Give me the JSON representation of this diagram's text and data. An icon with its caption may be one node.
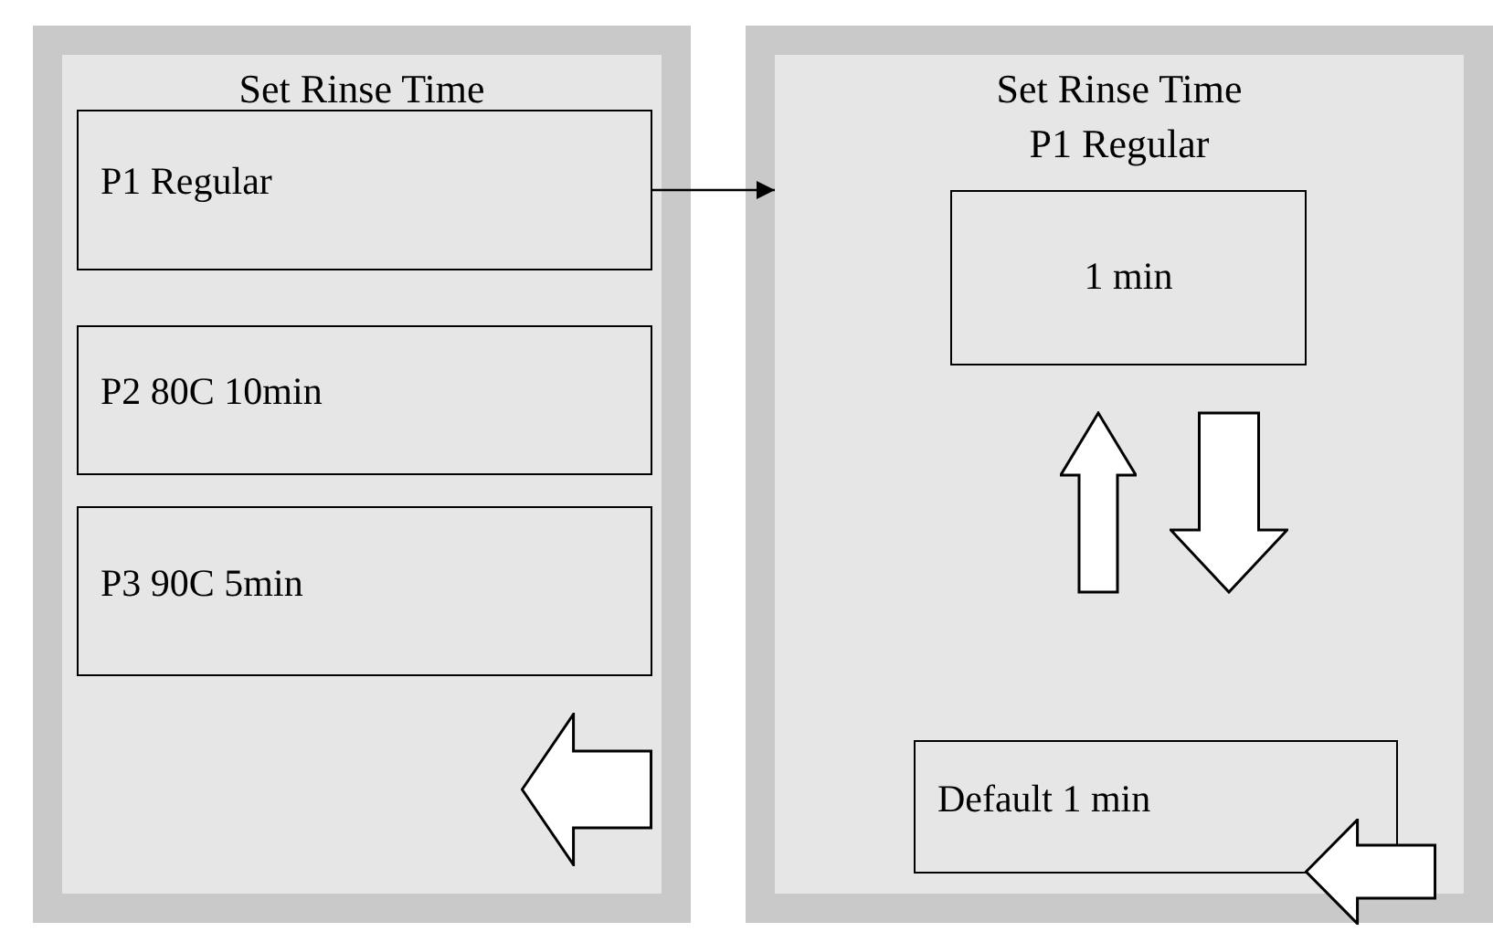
{
  "diagram": {
    "nodes": [
      {
        "text": [
          "Set Rinse Time"
        ]
      },
      {
        "text": [
          "P1 Regular"
        ],
        "in": 0
      },
      {
        "text": [
          "P2 80C 10min"
        ],
        "in": 0
      },
      {
        "text": [
          "P3 90C 5min"
        ],
        "in": 0
      },
      {
        "text": [],
        "shape": "arrow",
        "in": 0
      },
      {
        "text": [
          "Set Rinse Time",
          "P1 Regular"
        ]
      },
      {
        "text": [
          "1 min"
        ],
        "in": 5
      },
      {
        "text": [],
        "shape": "arrow",
        "in": 5
      },
      {
        "text": [],
        "shape": "arrow",
        "in": 5
      },
      {
        "text": [
          "Default 1 min"
        ],
        "in": 5
      },
      {
        "text": [],
        "shape": "arrow",
        "in": 5
      }
    ],
    "edges": [
      {
        "from": 1,
        "to": 5,
        "arrow": "to"
      }
    ]
  }
}
